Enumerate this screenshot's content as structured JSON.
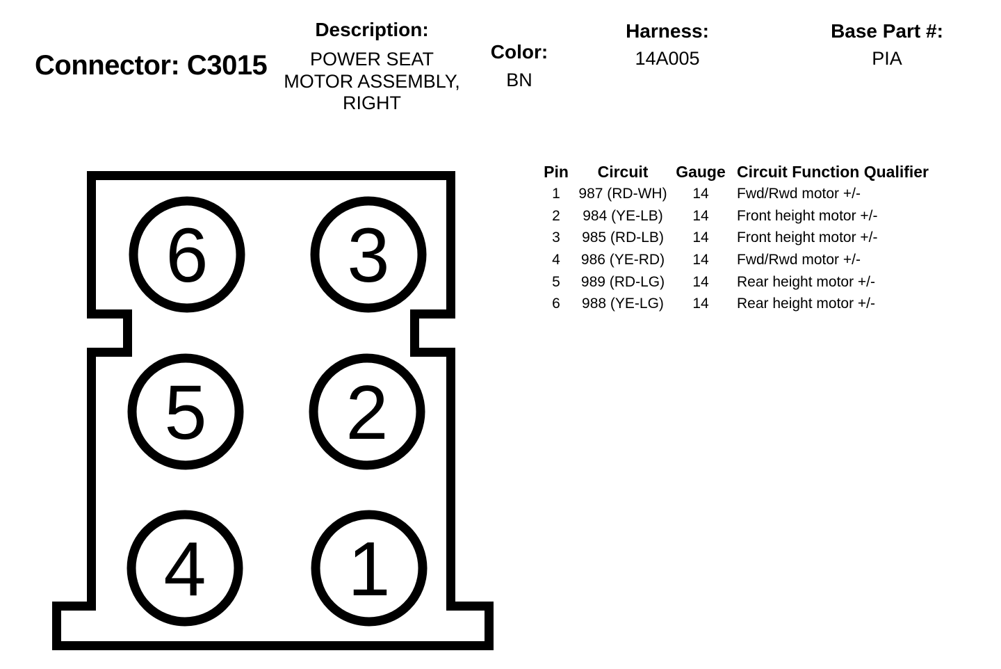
{
  "header": {
    "connector_label": "Connector: C3015",
    "description": {
      "label": "Description:",
      "lines": [
        "POWER SEAT",
        "MOTOR ASSEMBLY,",
        "RIGHT"
      ]
    },
    "color": {
      "label": "Color:",
      "value": "BN"
    },
    "harness": {
      "label": "Harness:",
      "value": "14A005"
    },
    "base_part": {
      "label": "Base Part #:",
      "value": "PIA"
    }
  },
  "connector": {
    "cavities": [
      "6",
      "3",
      "5",
      "2",
      "4",
      "1"
    ]
  },
  "pin_table": {
    "columns": [
      "Pin",
      "Circuit",
      "Gauge",
      "Circuit Function Qualifier"
    ],
    "rows": [
      [
        "1",
        "987 (RD-WH)",
        "14",
        "Fwd/Rwd motor +/-"
      ],
      [
        "2",
        "984 (YE-LB)",
        "14",
        "Front height motor +/-"
      ],
      [
        "3",
        "985 (RD-LB)",
        "14",
        "Front height motor +/-"
      ],
      [
        "4",
        "986 (YE-RD)",
        "14",
        "Fwd/Rwd motor +/-"
      ],
      [
        "5",
        "989 (RD-LG)",
        "14",
        "Rear height motor +/-"
      ],
      [
        "6",
        "988 (YE-LG)",
        "14",
        "Rear height motor +/-"
      ]
    ]
  },
  "colors": {
    "ink": "#000000",
    "paper": "#ffffff"
  }
}
